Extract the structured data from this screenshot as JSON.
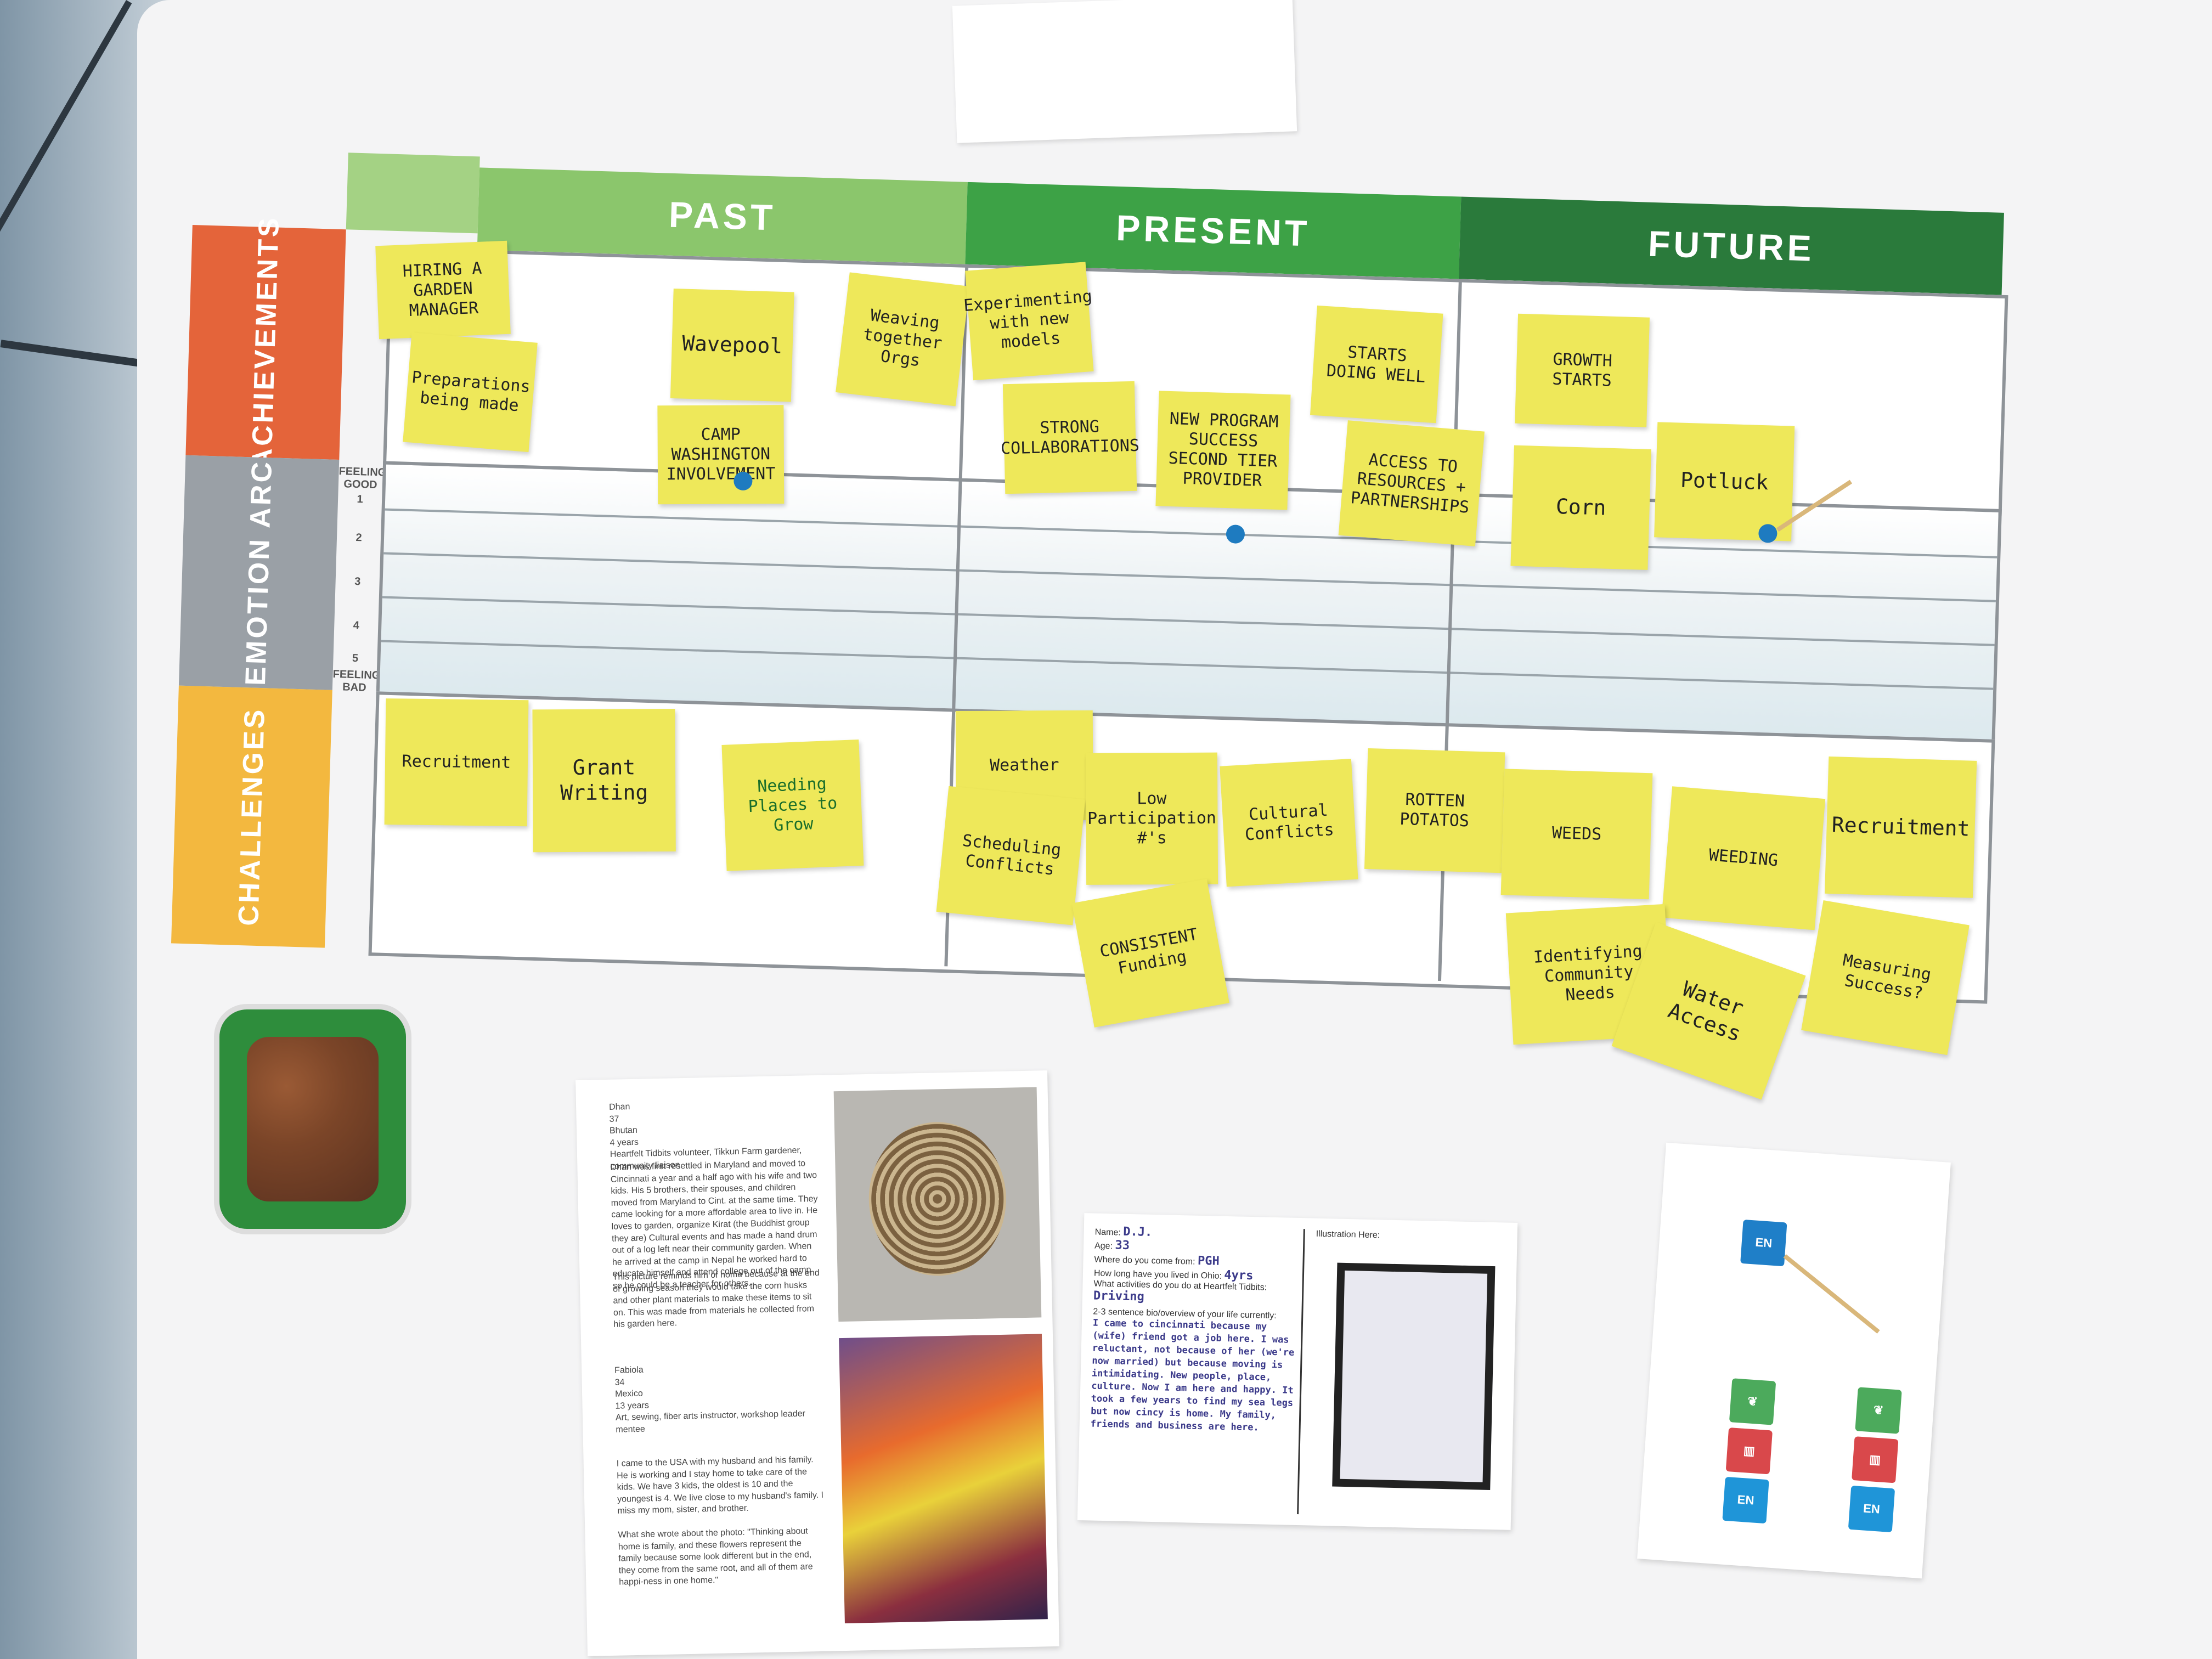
{
  "poster": {
    "headers": {
      "past": "PAST",
      "present": "PRESENT",
      "future": "FUTURE"
    },
    "rows": {
      "achievements": "ACHIEVEMENTS",
      "emotion": "EMOTION ARC",
      "challenges": "CHALLENGES"
    },
    "scale": {
      "top": "FEELING GOOD",
      "bottom": "FEELING BAD",
      "ticks": [
        "1",
        "2",
        "3",
        "4",
        "5"
      ]
    }
  },
  "notes": {
    "past_ach": [
      "HIRING A GARDEN MANAGER",
      "Preparations being made",
      "Wavepool",
      "CAMP WASHINGTON INVOLVEMENT",
      "Weaving together Orgs"
    ],
    "present_ach": [
      "Experimenting with new models",
      "STRONG COLLABORATIONS",
      "NEW PROGRAM SUCCESS SECOND TIER PROVIDER",
      "STARTS DOING WELL",
      "ACCESS TO RESOURCES + PARTNERSHIPS"
    ],
    "future_ach": [
      "GROWTH STARTS",
      "Corn",
      "Potluck"
    ],
    "past_cha": [
      "Recruitment",
      "Grant Writing",
      "Needing Places to Grow"
    ],
    "present_cha": [
      "Weather",
      "Scheduling Conflicts",
      "Low Participation #'s",
      "Cultural Conflicts",
      "ROTTEN POTATOS",
      "CONSISTENT Funding"
    ],
    "future_cha": [
      "WEEDS",
      "WEEDING",
      "Recruitment",
      "Identifying Community Needs",
      "Water Access",
      "Measuring Success?"
    ]
  },
  "profile": {
    "p1_head": "Dhan\n37\nBhutan\n4 years\nHeartfelt Tidbits volunteer, Tikkun Farm gardener, community liaison",
    "p1_body": "Dhan was first resettled in Maryland and moved to Cincinnati a year and a half ago with his wife and two kids. His 5 brothers, their spouses, and children moved from Maryland to Cint. at the same time. They came looking for a more affordable area to live in. He loves to garden, organize Kirat (the Buddhist group they are) Cultural events and has made a hand drum out of a log left near their community garden. When he arrived at the camp in Nepal he worked hard to educate himself and attend college out of the camp so he could be a teacher for others.",
    "p1_photo": "This picture reminds him of home because at the end of growing season they would take the corn husks and other plant materials to make these items to sit on. This was made from materials he collected from his garden here.",
    "p2_head": "Fabiola\n34\nMexico\n13 years\nArt, sewing, fiber arts instructor, workshop leader mentee",
    "p2_body": "I came to the USA with my husband and his family. He is working and I stay home to take care of the kids. We have 3 kids, the oldest is 10 and the youngest is 4. We live close to my husband's family. I miss my mom, sister, and brother.",
    "p2_photo": "What she wrote about the photo: \"Thinking about home is family, and these flowers represent the family because some look different but in the end, they come from the same root, and all of them are happi-ness in one home.\""
  },
  "story_card": {
    "name_label": "Name:",
    "name": "D.J.",
    "age_label": "Age:",
    "age": "33",
    "from_label": "Where do you come from:",
    "from": "PGH",
    "ohio_label": "How long have you lived in Ohio:",
    "ohio": "4yrs",
    "act_label": "What activities do you do at Heartfelt Tidbits:",
    "act": "Driving",
    "bio_label": "2-3 sentence bio/overview of your life currently:",
    "bio": "I came to cincinnati because my (wife) friend got a job here. I was reluctant, not because of her (we're now married) but because moving is intimidating. New people, place, culture. Now I am here and happy. It took a few years to find my sea legs but now cincy is home. My family, friends and business are here.",
    "illus_label": "Illustration Here:"
  },
  "legend": {
    "chip": "EN"
  },
  "colors": {
    "past": "#8bc66c",
    "present": "#3da246",
    "future": "#2a7a3b",
    "achievements": "#e4643a",
    "challenges": "#f3b83f",
    "note": "#eee85a"
  }
}
